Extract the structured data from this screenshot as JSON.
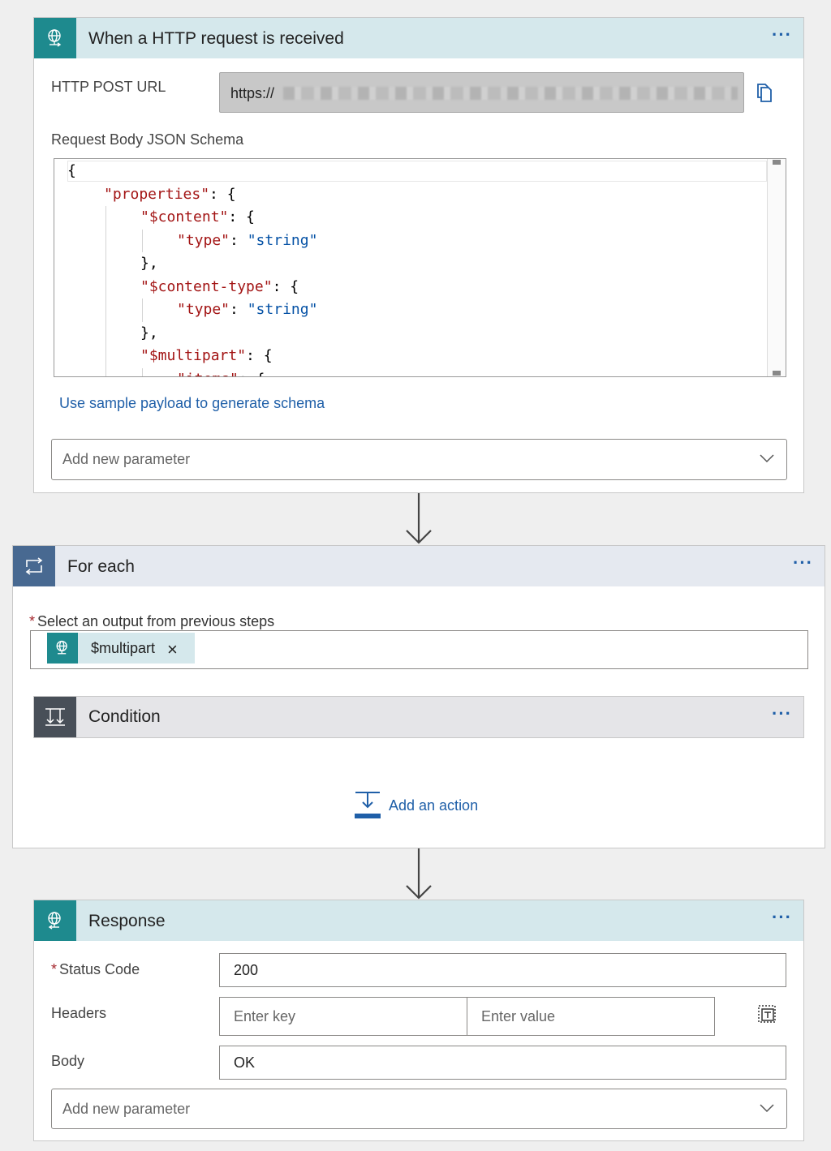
{
  "trigger": {
    "title": "When a HTTP request is received",
    "url_label": "HTTP POST URL",
    "url_value": "https://",
    "schema_label": "Request Body JSON Schema",
    "schema_lines": [
      {
        "indent": 0,
        "parts": [
          {
            "t": "p",
            "v": "{"
          }
        ]
      },
      {
        "indent": 1,
        "parts": [
          {
            "t": "k",
            "v": "\"properties\""
          },
          {
            "t": "p",
            "v": ": {"
          }
        ]
      },
      {
        "indent": 2,
        "parts": [
          {
            "t": "k",
            "v": "\"$content\""
          },
          {
            "t": "p",
            "v": ": {"
          }
        ]
      },
      {
        "indent": 3,
        "parts": [
          {
            "t": "k",
            "v": "\"type\""
          },
          {
            "t": "p",
            "v": ": "
          },
          {
            "t": "s",
            "v": "\"string\""
          }
        ]
      },
      {
        "indent": 2,
        "parts": [
          {
            "t": "p",
            "v": "},"
          }
        ]
      },
      {
        "indent": 2,
        "parts": [
          {
            "t": "k",
            "v": "\"$content-type\""
          },
          {
            "t": "p",
            "v": ": {"
          }
        ]
      },
      {
        "indent": 3,
        "parts": [
          {
            "t": "k",
            "v": "\"type\""
          },
          {
            "t": "p",
            "v": ": "
          },
          {
            "t": "s",
            "v": "\"string\""
          }
        ]
      },
      {
        "indent": 2,
        "parts": [
          {
            "t": "p",
            "v": "},"
          }
        ]
      },
      {
        "indent": 2,
        "parts": [
          {
            "t": "k",
            "v": "\"$multipart\""
          },
          {
            "t": "p",
            "v": ": {"
          }
        ]
      },
      {
        "indent": 3,
        "parts": [
          {
            "t": "k",
            "v": "\"items\""
          },
          {
            "t": "p",
            "v": ": {"
          }
        ]
      }
    ],
    "sample_link": "Use sample payload to generate schema",
    "add_param_placeholder": "Add new parameter"
  },
  "foreach": {
    "title": "For each",
    "select_label": "Select an output from previous steps",
    "token_label": "$multipart",
    "token_remove": "×",
    "condition_title": "Condition",
    "add_action_label": "Add an action"
  },
  "response": {
    "title": "Response",
    "status_label": "Status Code",
    "status_value": "200",
    "headers_label": "Headers",
    "key_placeholder": "Enter key",
    "value_placeholder": "Enter value",
    "body_label": "Body",
    "body_value": "OK",
    "add_param_placeholder": "Add new parameter"
  },
  "more_glyph": "···",
  "colors": {
    "request_header": "#d5e8ec",
    "request_icon": "#1e8a8e",
    "foreach_header": "#e5e9f0",
    "foreach_icon": "#486991",
    "condition_header": "#e5e5e8",
    "condition_icon": "#484f58",
    "link": "#1f5fa8"
  }
}
